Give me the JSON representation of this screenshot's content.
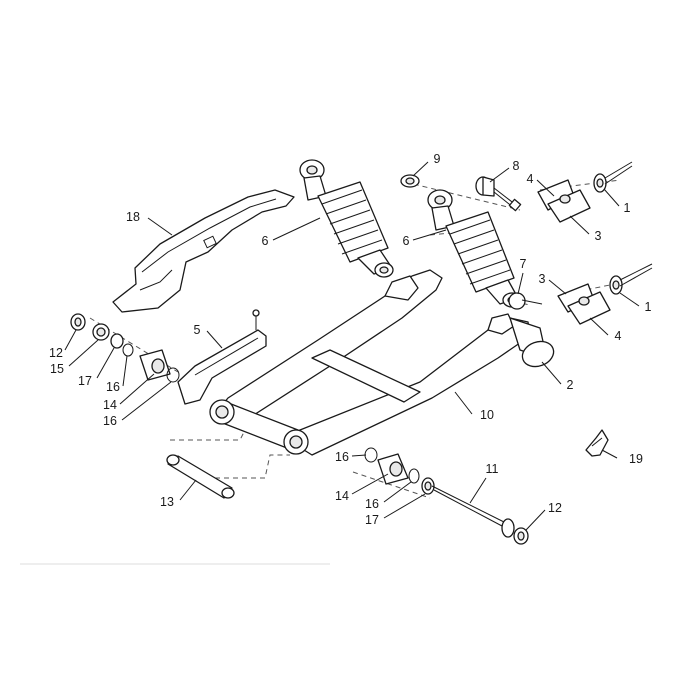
{
  "diagram": {
    "callouts": [
      "1",
      "1",
      "2",
      "3",
      "3",
      "4",
      "4",
      "5",
      "6",
      "6",
      "7",
      "8",
      "9",
      "10",
      "11",
      "12",
      "12",
      "13",
      "14",
      "14",
      "15",
      "16",
      "16",
      "16",
      "16",
      "17",
      "17",
      "18",
      "19"
    ]
  },
  "colors": {
    "line": "#1a1a1a",
    "background": "#ffffff",
    "shade": "#e9e9e9"
  }
}
